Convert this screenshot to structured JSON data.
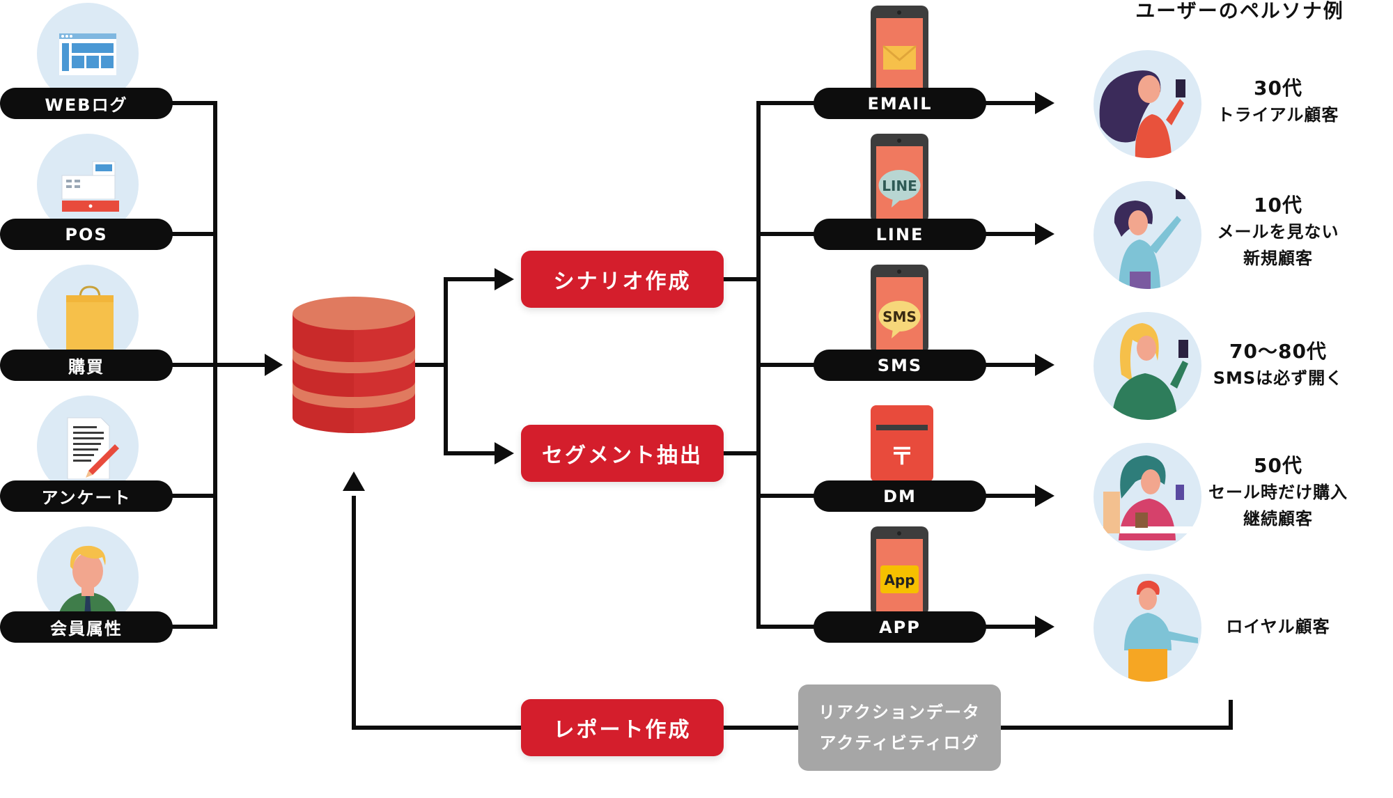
{
  "sources": [
    {
      "label": "WEBログ",
      "icon": "web-page-icon"
    },
    {
      "label": "POS",
      "icon": "cash-register-icon"
    },
    {
      "label": "購買",
      "icon": "shopping-bag-icon"
    },
    {
      "label": "アンケート",
      "icon": "survey-document-icon"
    },
    {
      "label": "会員属性",
      "icon": "member-avatar-icon"
    }
  ],
  "database": {
    "icon": "database-icon",
    "color": "#d41e2c"
  },
  "processes": {
    "scenario": "シナリオ作成",
    "segment": "セグメント抽出",
    "report": "レポート作成"
  },
  "reaction_data": [
    "リアクションデータ",
    "アクティビティログ"
  ],
  "channels": [
    {
      "label": "EMAIL",
      "icon": "email-phone-icon"
    },
    {
      "label": "LINE",
      "icon": "line-phone-icon",
      "badge": "LINE"
    },
    {
      "label": "SMS",
      "icon": "sms-phone-icon",
      "badge": "SMS"
    },
    {
      "label": "DM",
      "icon": "postbox-icon",
      "badge": "〒"
    },
    {
      "label": "APP",
      "icon": "app-phone-icon",
      "badge": "App"
    }
  ],
  "persona_title": "ユーザーのペルソナ例",
  "personas": [
    {
      "age": "30代",
      "lines": [
        "トライアル顧客"
      ],
      "icon": "persona-woman-phone-icon"
    },
    {
      "age": "10代",
      "lines": [
        "メールを見ない",
        "新規顧客"
      ],
      "icon": "persona-teen-phone-icon"
    },
    {
      "age": "70〜80代",
      "lines": [
        "SMSは必ず開く"
      ],
      "icon": "persona-senior-woman-icon"
    },
    {
      "age": "50代",
      "lines": [
        "セール時だけ購入",
        "継続顧客"
      ],
      "icon": "persona-cafe-woman-icon"
    },
    {
      "age": "",
      "lines": [
        "ロイヤル顧客"
      ],
      "icon": "persona-man-phone-icon"
    }
  ],
  "colors": {
    "accent_red": "#d41e2c",
    "pill_black": "#0d0d0d",
    "gray_box": "#a6a6a6",
    "circle_bg": "#dceaf5",
    "phone_screen": "#f0795f"
  }
}
